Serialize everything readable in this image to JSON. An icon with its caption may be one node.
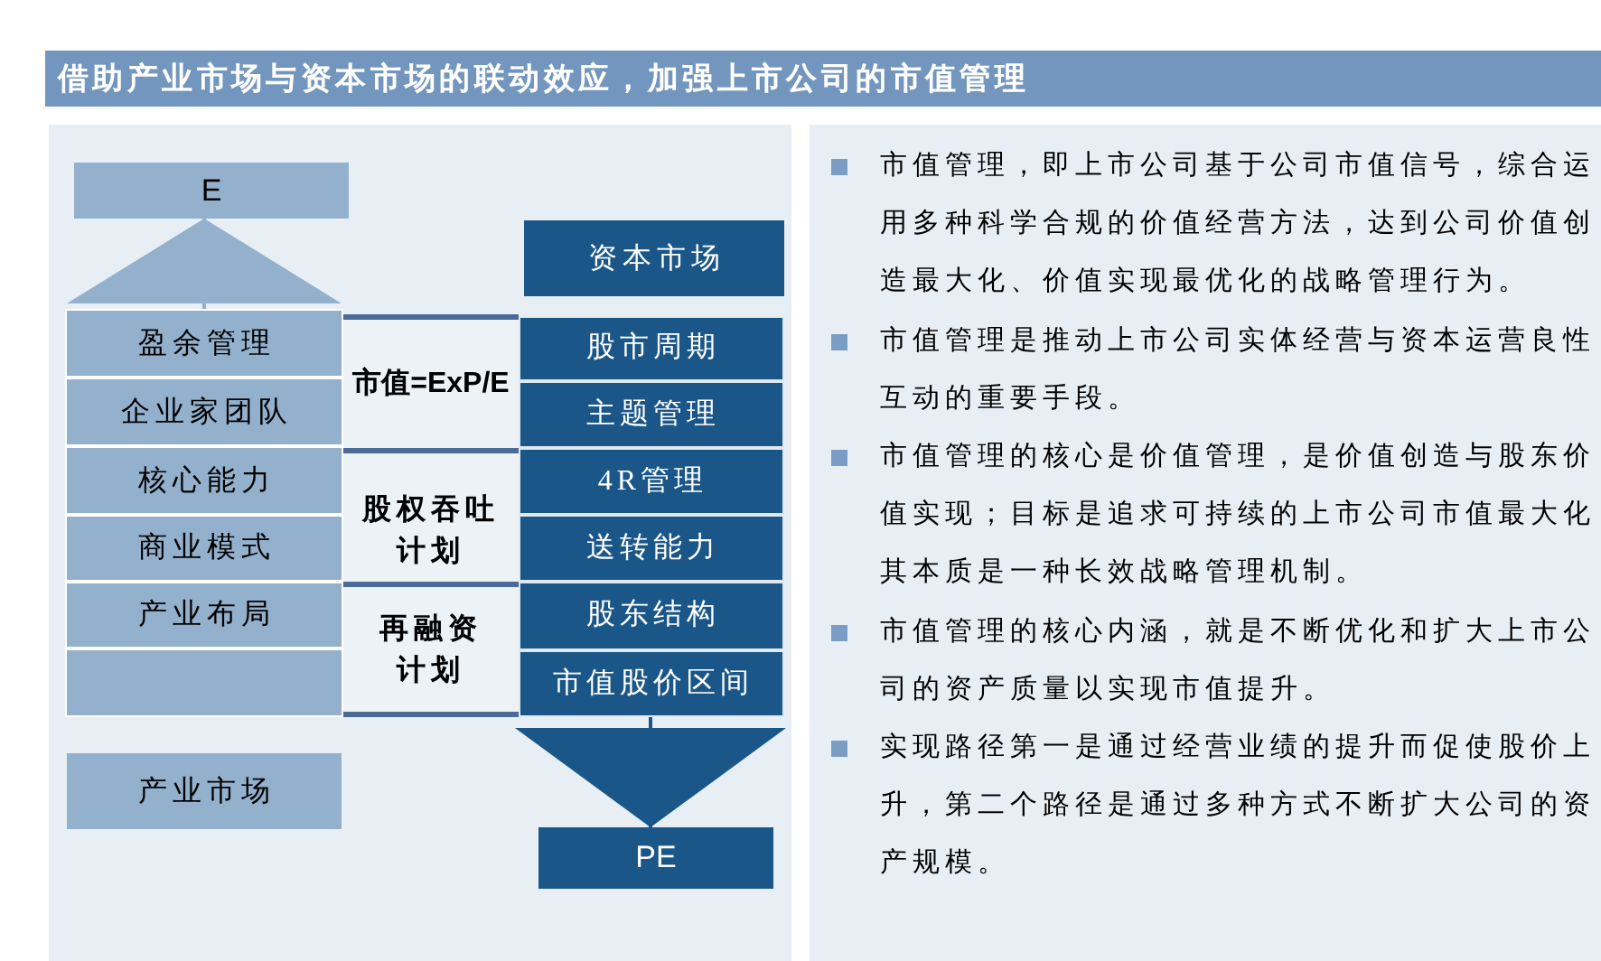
{
  "diagram": {
    "title": "借助产业市场与资本市场的联动效应，加强上市公司的市值管理",
    "nodes": [
      {
        "text": [
          "E"
        ]
      },
      {
        "text": [
          "盈余管理"
        ]
      },
      {
        "text": [
          "企业家团队"
        ]
      },
      {
        "text": [
          "核心能力"
        ]
      },
      {
        "text": [
          "商业模式"
        ]
      },
      {
        "text": [
          "产业布局"
        ]
      },
      {
        "text": [],
        "shape": "box"
      },
      {
        "text": [
          "产业市场"
        ]
      },
      {
        "text": [
          "市值=ExP/E"
        ]
      },
      {
        "text": [
          "股权吞吐计划"
        ]
      },
      {
        "text": [
          "再融资计划"
        ]
      },
      {
        "text": [
          "资本市场"
        ]
      },
      {
        "text": [
          "股市周期"
        ]
      },
      {
        "text": [
          "主题管理"
        ]
      },
      {
        "text": [
          "4R管理"
        ]
      },
      {
        "text": [
          "送转能力"
        ]
      },
      {
        "text": [
          "股东结构"
        ]
      },
      {
        "text": [
          "市值股价区间"
        ]
      },
      {
        "text": [
          "PE"
        ]
      }
    ],
    "edges": [
      {
        "from": 1,
        "to": 0,
        "arrow": "to",
        "color": "#93b0cc"
      },
      {
        "from": 17,
        "to": 18,
        "arrow": "to",
        "color": "#1a5788"
      }
    ],
    "labels": [
      "市值管理，即上市公司基于公司市值信号，综合运用多种科学合规的价值经营方法，达到公司价值创造最大化、价值实现最优化的战略管理行为。",
      "市值管理是推动上市公司实体经营与资本运营良性互动的重要手段。",
      "市值管理的核心是价值管理，是价值创造与股东价值实现；目标是追求可持续的上市公司市值最大化其本质是一种长效战略管理机制。",
      "市值管理的核心内涵，就是不断优化和扩大上市公司的资产质量以实现市值提升。",
      "实现路径第一是通过经营业绩的提升而促使股价上升，第二个路径是通过多种方式不断扩大公司的资产规模。"
    ]
  }
}
